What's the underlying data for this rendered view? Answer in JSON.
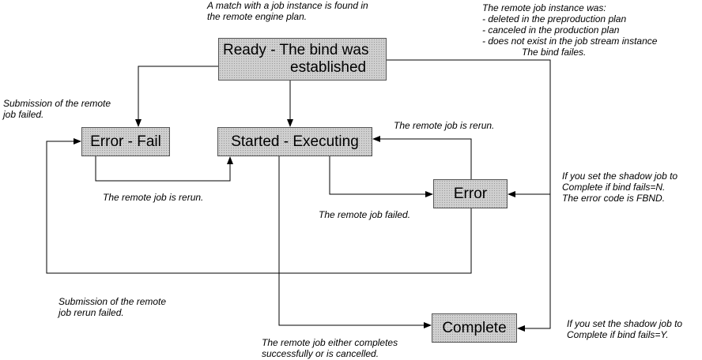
{
  "states": {
    "ready": [
      "Ready - The bind was",
      "established"
    ],
    "error_fail": "Error - Fail",
    "started": "Started - Executing",
    "error": "Error",
    "complete": "Complete"
  },
  "notes": {
    "match_found": "A match with a job instance is found in\nthe remote engine plan.",
    "instance_missing": "The remote job instance was:\n- deleted in the preproduction plan\n- canceled in the production plan\n- does not exist in the job stream instance\n               The bind failes.",
    "submission_failed": "Submission of the remote\njob failed.",
    "rerun_top": "The remote job is rerun.",
    "rerun_bottom": "The remote job is rerun.",
    "job_failed": "The remote job failed.",
    "bind_fails_n": "If you set the shadow job to\nComplete if bind fails=N.\nThe error code is FBND.",
    "rerun_submission_failed": "Submission of the remote\njob rerun failed.",
    "completes": "The remote job either completes\nsuccessfully or is cancelled.",
    "bind_fails_y": "If you set the shadow job to\nComplete if bind fails=Y."
  }
}
